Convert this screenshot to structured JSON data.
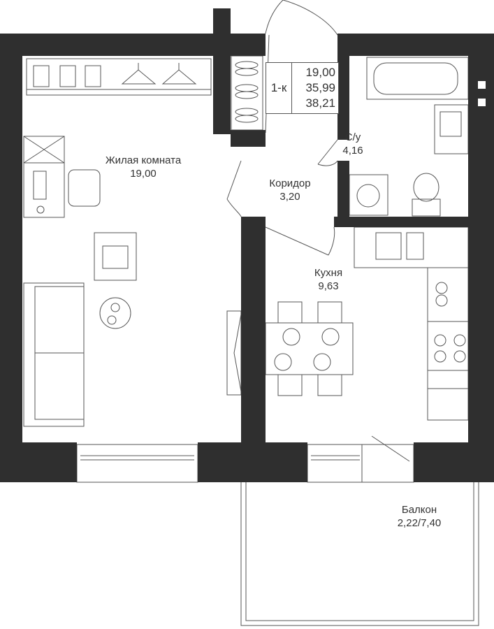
{
  "apartment": {
    "type": "1-к",
    "living_area": "19,00",
    "total_area": "35,99",
    "total_with_balcony": "38,21"
  },
  "rooms": [
    {
      "name": "Жилая комната",
      "area": "19,00"
    },
    {
      "name": "Коридор",
      "area": "3,20"
    },
    {
      "name": "С/у",
      "area": "4,16"
    },
    {
      "name": "Кухня",
      "area": "9,63"
    },
    {
      "name": "Балкон",
      "area": "2,22/7,40"
    }
  ],
  "colors": {
    "wall": "#2f2f2f",
    "line": "#555555"
  }
}
